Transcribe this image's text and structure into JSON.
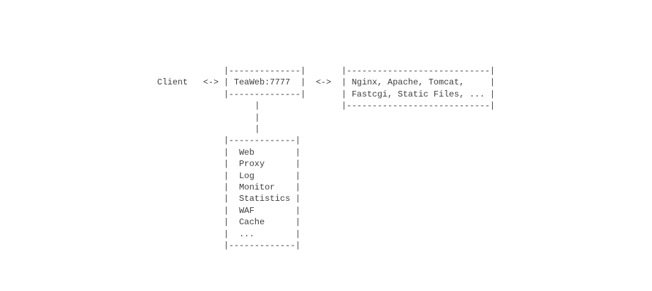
{
  "colors": {
    "background": "#ffffff",
    "text": "#3d3d3d"
  },
  "diagram": {
    "client": {
      "label": "Client"
    },
    "link_client_teaweb": {
      "glyph": "<->"
    },
    "teaweb_box": {
      "label": "TeaWeb:7777",
      "ascii": "|--------------|\n| TeaWeb:7777  |\n|--------------|"
    },
    "link_teaweb_backend": {
      "glyph": "<->"
    },
    "backend_box": {
      "lines": [
        "Nginx, Apache, Tomcat,",
        "Fastcgi, Static Files, ..."
      ],
      "ascii": "|----------------------------|\n| Nginx, Apache, Tomcat,     |\n| Fastcgi, Static Files, ... |\n|----------------------------|"
    },
    "connector_teaweb_features": {
      "glyph": "|",
      "ascii": "|\n|\n|"
    },
    "features_box": {
      "items": [
        "Web",
        "Proxy",
        "Log",
        "Monitor",
        "Statistics",
        "WAF",
        "Cache",
        "..."
      ],
      "ascii": "|-------------|\n|  Web        |\n|  Proxy      |\n|  Log        |\n|  Monitor    |\n|  Statistics |\n|  WAF        |\n|  Cache      |\n|  ...        |\n|-------------|"
    }
  }
}
